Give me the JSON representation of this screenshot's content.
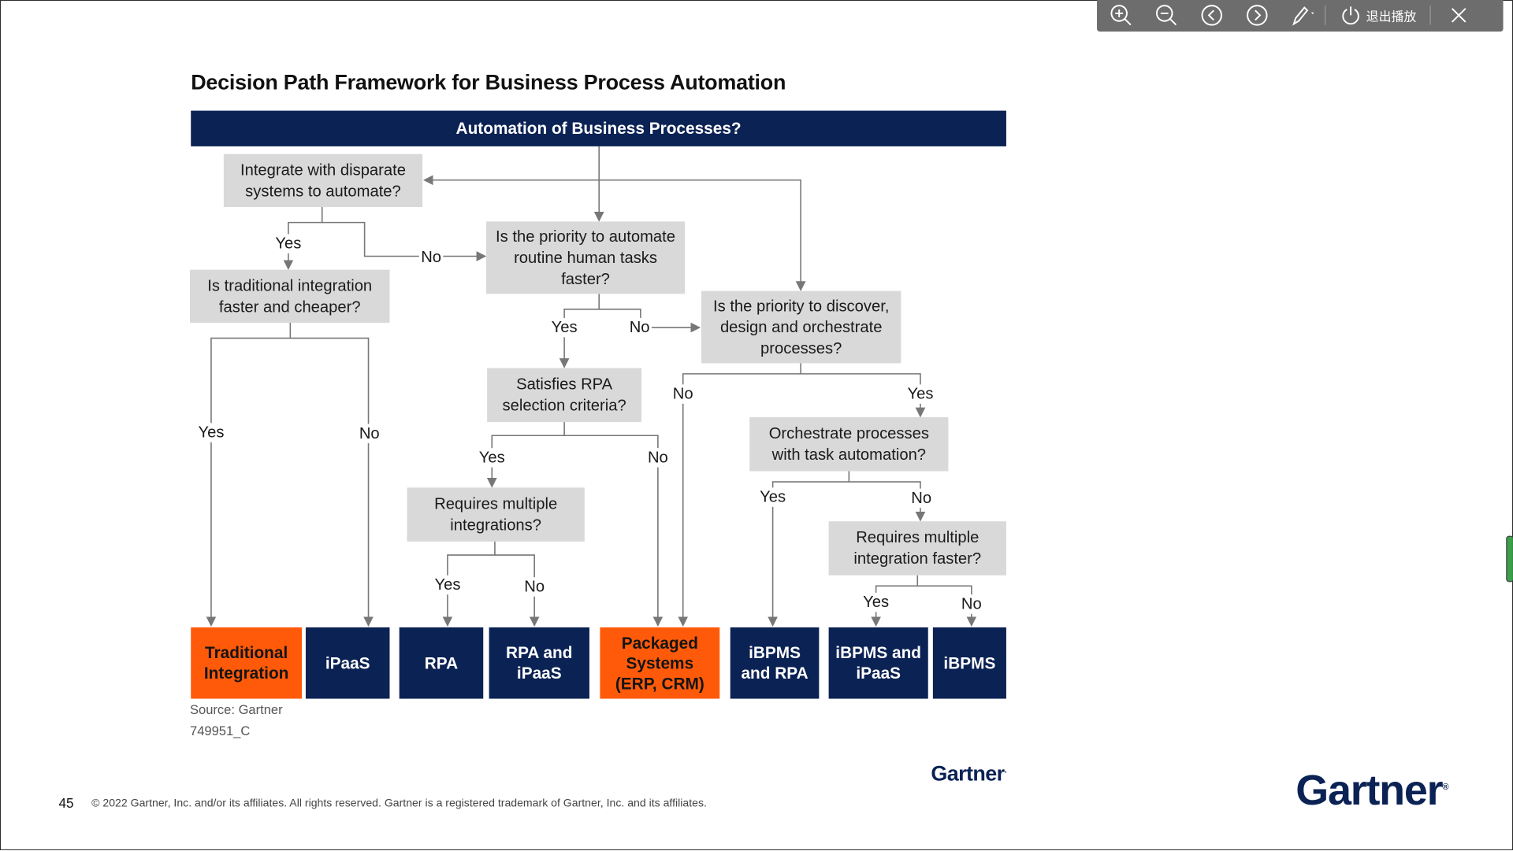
{
  "toolbar": {
    "zoom_in": "zoom-in-icon",
    "zoom_out": "zoom-out-icon",
    "prev": "previous-icon",
    "next": "next-icon",
    "pen": "pen-icon",
    "exit_label": "退出播放",
    "close": "close-icon"
  },
  "slide": {
    "title": "Decision Path Framework for Business Process Automation",
    "header": "Automation of Business Processes?",
    "questions": {
      "q1": "Integrate with disparate systems to automate?",
      "q2": "Is traditional integration faster and cheaper?",
      "q3": "Is the priority to automate routine human tasks faster?",
      "q4": "Is the priority to discover, design and orchestrate processes?",
      "q5": "Satisfies RPA selection criteria?",
      "q6": "Requires multiple integrations?",
      "q7": "Orchestrate processes with task automation?",
      "q8": "Requires multiple integration faster?"
    },
    "yes": "Yes",
    "no": "No",
    "outcomes": {
      "o1": "Traditional Integration",
      "o2": "iPaaS",
      "o3": "RPA",
      "o4": "RPA and iPaaS",
      "o5": "Packaged Systems (ERP, CRM)",
      "o6": "iBPMS and RPA",
      "o7": "iBPMS and iPaaS",
      "o8": "iBPMS"
    },
    "source": "Source: Gartner",
    "code": "749951_C",
    "logo_small": "Gartner",
    "page_number": "45",
    "copyright": "© 2022 Gartner, Inc. and/or its affiliates. All rights reserved. Gartner is a registered trademark of Gartner, Inc. and its affiliates.",
    "logo_big": "Gartner"
  },
  "colors": {
    "navy": "#0b2254",
    "orange": "#ff5a0a",
    "question_gray": "#d9d9d9",
    "toolbar": "#6d6d6d"
  }
}
